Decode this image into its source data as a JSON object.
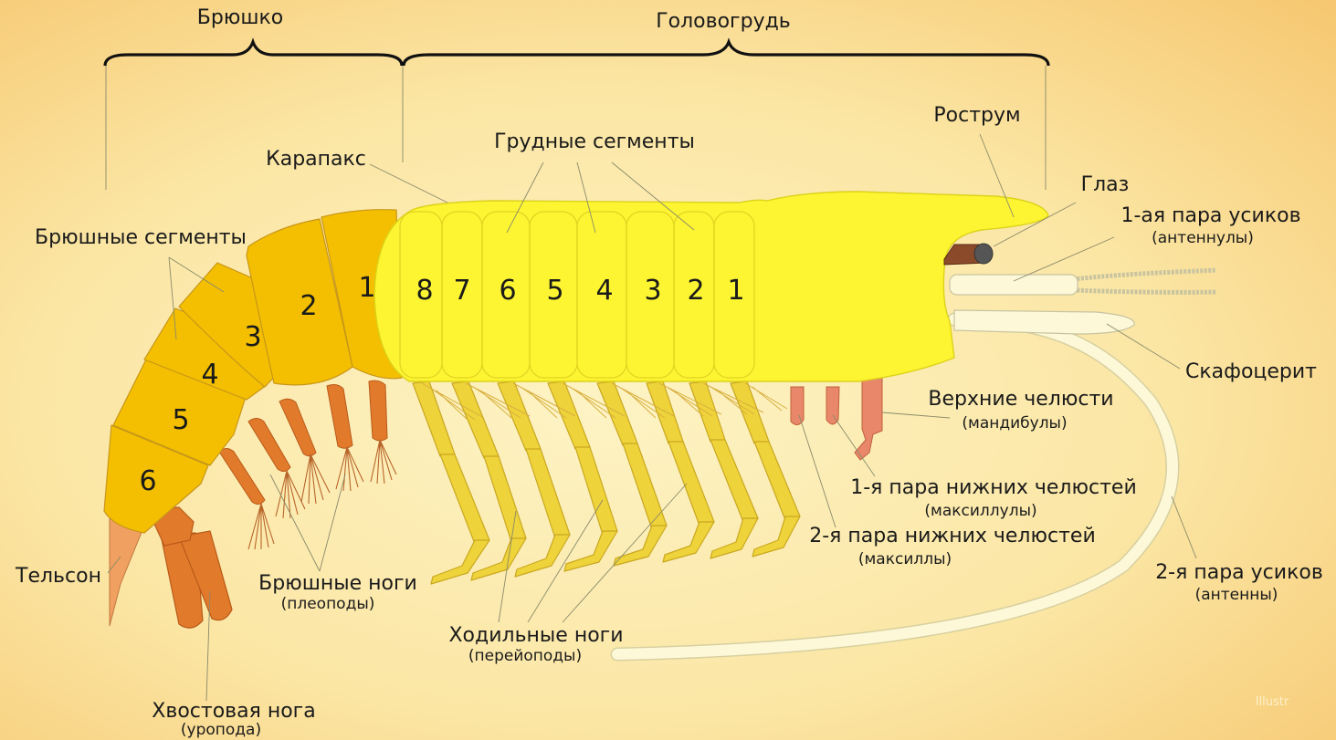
{
  "colors": {
    "abdomen": "#f3bf00",
    "abdomen_stroke": "#c8961a",
    "thorax": "#fdf531",
    "thorax_seg": "#f8ee1a",
    "legs": "#efd33a",
    "orange": "#e27a2c",
    "antenna": "#fdf8d8",
    "eye": "#8b4a2a",
    "text": "#1a1a1a",
    "leader": "#8a8a6a"
  },
  "sections": {
    "abdomen": "Брюшко",
    "cephalothorax": "Головогрудь"
  },
  "labels": {
    "carapace": "Карапакс",
    "thoracic_segments": "Грудные сегменты",
    "rostrum": "Рострум",
    "eye": "Глаз",
    "antennule_1": "1-ая пара усиков",
    "antennule_2": "(антеннулы)",
    "abdominal_segments": "Брюшные сегменты",
    "scaphocerite": "Скафоцерит",
    "mandible_1": "Верхние челюсти",
    "mandible_2": "(мандибулы)",
    "maxillule_1": "1-я пара нижних  челюстей",
    "maxillule_2": "(максиллулы)",
    "maxilla_1": "2-я пара нижних челюстей",
    "maxilla_2": "(максиллы)",
    "antenna_1": "2-я пара усиков",
    "antenna_2": "(антенны)",
    "telson": "Тельсон",
    "pleopods_1": "Брюшные ноги",
    "pleopods_2": "(плеоподы)",
    "pereiopods_1": "Ходильные ноги",
    "pereiopods_2": "(перейоподы)",
    "uropod_1": "Хвостовая нога",
    "uropod_2": "(уропода)",
    "watermark": "Illustr"
  },
  "abdomen_numbers": [
    "1",
    "2",
    "3",
    "4",
    "5",
    "6"
  ],
  "thorax_numbers": [
    "8",
    "7",
    "6",
    "5",
    "4",
    "3",
    "2",
    "1"
  ]
}
